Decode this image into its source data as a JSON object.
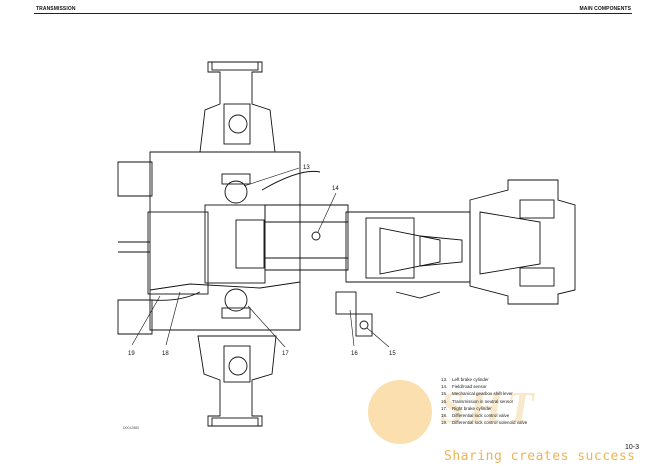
{
  "header": {
    "left": "TRANSMISSION",
    "right": "MAIN COMPONENTS"
  },
  "callouts": [
    "13",
    "14",
    "15",
    "16",
    "17",
    "18",
    "19"
  ],
  "legend": [
    {
      "num": "13.",
      "text": "Left brake cylinder"
    },
    {
      "num": "14.",
      "text": "Field/road sensor"
    },
    {
      "num": "15.",
      "text": "Mechanical gearbox shift lever"
    },
    {
      "num": "16.",
      "text": "Transmission in neutral sensor"
    },
    {
      "num": "17.",
      "text": "Right brake cylinder"
    },
    {
      "num": "18.",
      "text": "Differential lock control valve"
    },
    {
      "num": "19.",
      "text": "Differential lock control solenoid valve"
    }
  ],
  "figure_code": "D0012880",
  "page_number": "10-3",
  "watermark": {
    "logo": "SHT",
    "slogan": "Sharing creates success"
  }
}
